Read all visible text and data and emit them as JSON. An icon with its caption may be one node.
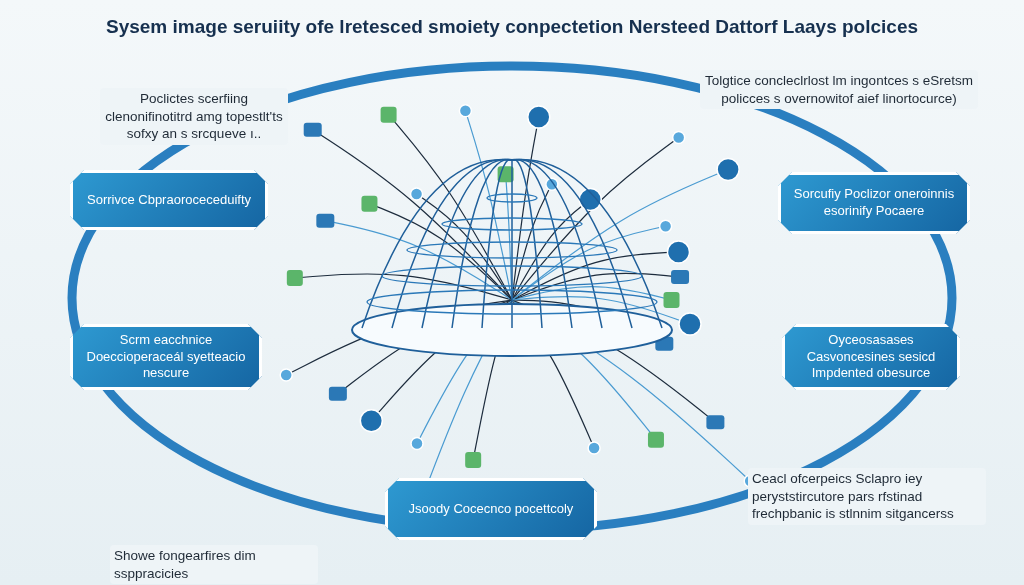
{
  "diagram": {
    "title": "Sysem image seruiity ofe lretesced smoiety conpectetion Nersteed Dattorf Laays polcices",
    "nodes": [
      {
        "text": [
          "Sorrivce Cbpraoroceceduifty"
        ]
      },
      {
        "text": [
          "Sorcufiy Poclizor oneroinnis esorinify Pocaere"
        ]
      },
      {
        "text": [
          "Scrm eacchnice Doeccioperaceál syetteacio nescure"
        ]
      },
      {
        "text": [
          "Oyceosasases Casvoncesines sesicd Impdented obesurce"
        ]
      },
      {
        "text": [
          "Jsoody Cocecnco pocettcoly"
        ]
      }
    ],
    "labels": [
      "Poclictes scerfiing clenonifinotitrd amg topestlt'ts sofxy an s srcqueve ı..",
      "Tolgtice concleclrlost lm ingontces s eSretsm policces s overnowitof aief linortocurce)",
      "Showe fongearfires dim ssppracicies",
      "Ceacl ofcerpeics Sclapro iey peryststircutore pars rfstinad frechpbanic is stlnnim sitgancerss"
    ]
  }
}
